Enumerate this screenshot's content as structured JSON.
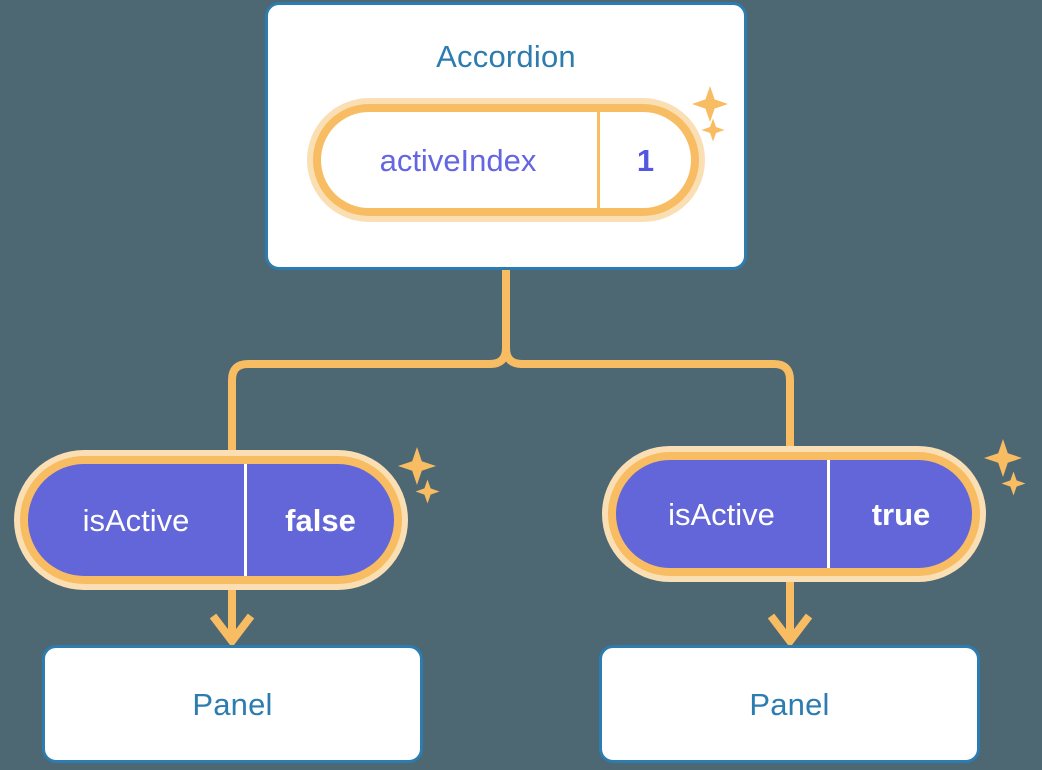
{
  "theme": {
    "background": "#4d6873",
    "card_border": "#2c7cb0",
    "card_title_color": "#2c7cb0",
    "card_fill": "#ffffff",
    "pill_halo": "#fbdfb4",
    "pill_ring": "#f8bc62",
    "pill_light_fill": "#ffffff",
    "pill_dark_fill": "#6366d8",
    "state_text_purple": "#6366e0",
    "state_text_white": "#ffffff",
    "connector": "#f8bc62",
    "sparkle": "#f8bc62"
  },
  "diagram": {
    "type": "component-tree",
    "root": {
      "name": "accordion",
      "title": "Accordion",
      "state": {
        "key": "activeIndex",
        "value": "1"
      }
    },
    "children": [
      {
        "name": "panel-left",
        "title": "Panel",
        "state": {
          "key": "isActive",
          "value": "false"
        }
      },
      {
        "name": "panel-right",
        "title": "Panel",
        "state": {
          "key": "isActive",
          "value": "true"
        }
      }
    ]
  },
  "icons": {
    "sparkle_large": "sparkle-icon",
    "sparkle_small": "sparkle-small-icon",
    "arrow_down": "arrow-down-icon"
  }
}
